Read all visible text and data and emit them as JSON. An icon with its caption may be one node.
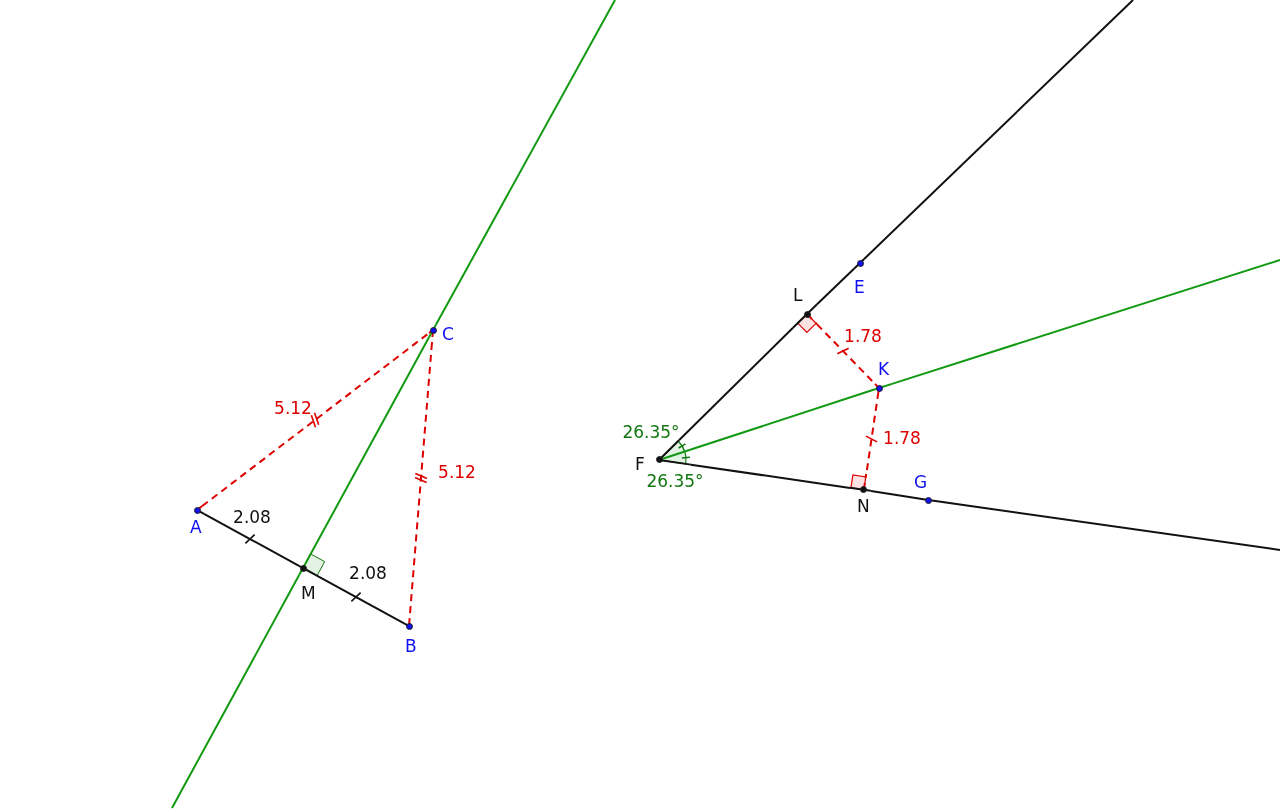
{
  "diagram": {
    "nodes": [
      {
        "text": [
          "A"
        ]
      },
      {
        "text": [
          "B"
        ]
      },
      {
        "text": [
          "C"
        ]
      },
      {
        "text": [
          "M"
        ]
      },
      {
        "text": [
          "E"
        ]
      },
      {
        "text": [
          "F"
        ]
      },
      {
        "text": [
          "G"
        ]
      },
      {
        "text": [
          "K"
        ]
      },
      {
        "text": [
          "L"
        ]
      },
      {
        "text": [
          "N"
        ]
      }
    ],
    "edges": [
      {
        "from": 0,
        "to": 3,
        "arrow": "none",
        "label": "2.08"
      },
      {
        "from": 3,
        "to": 1,
        "arrow": "none",
        "label": "2.08"
      },
      {
        "from": 0,
        "to": 2,
        "arrow": "none",
        "label": "5.12",
        "style": "dashed",
        "color": "#dd0000"
      },
      {
        "from": 2,
        "to": 1,
        "arrow": "none",
        "label": "5.12",
        "style": "dashed",
        "color": "#dd0000"
      },
      {
        "from": null,
        "to": 3,
        "arrow": "none",
        "color": "#119911"
      },
      {
        "from": 3,
        "to": 2,
        "arrow": "none",
        "color": "#119911"
      },
      {
        "from": 2,
        "to": null,
        "arrow": "none",
        "color": "#119911"
      },
      {
        "from": 5,
        "to": 8,
        "arrow": "none"
      },
      {
        "from": 8,
        "to": 4,
        "arrow": "none"
      },
      {
        "from": 4,
        "to": null,
        "arrow": "none"
      },
      {
        "from": 5,
        "to": 9,
        "arrow": "none"
      },
      {
        "from": 9,
        "to": 6,
        "arrow": "none"
      },
      {
        "from": 6,
        "to": null,
        "arrow": "none"
      },
      {
        "from": 5,
        "to": 7,
        "arrow": "none",
        "color": "#119911"
      },
      {
        "from": 7,
        "to": null,
        "arrow": "none",
        "color": "#119911"
      },
      {
        "from": 8,
        "to": 7,
        "arrow": "none",
        "label": "1.78",
        "style": "dashed",
        "color": "#dd0000"
      },
      {
        "from": 7,
        "to": 9,
        "arrow": "none",
        "label": "1.78",
        "style": "dashed",
        "color": "#dd0000"
      }
    ],
    "labels": [
      "26.35°",
      "26.35°"
    ]
  }
}
